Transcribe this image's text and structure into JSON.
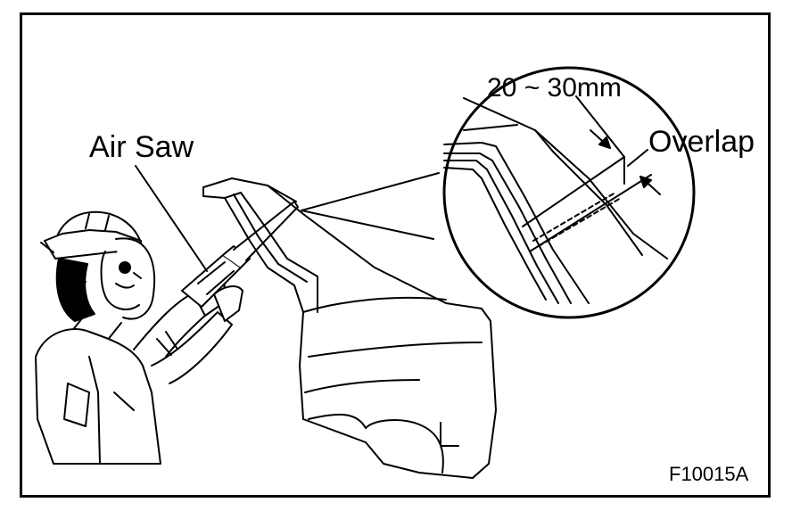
{
  "labels": {
    "air_saw": "Air Saw",
    "dimension": "20 ~ 30mm",
    "overlap": "Overlap",
    "figure_id": "F10015A"
  }
}
